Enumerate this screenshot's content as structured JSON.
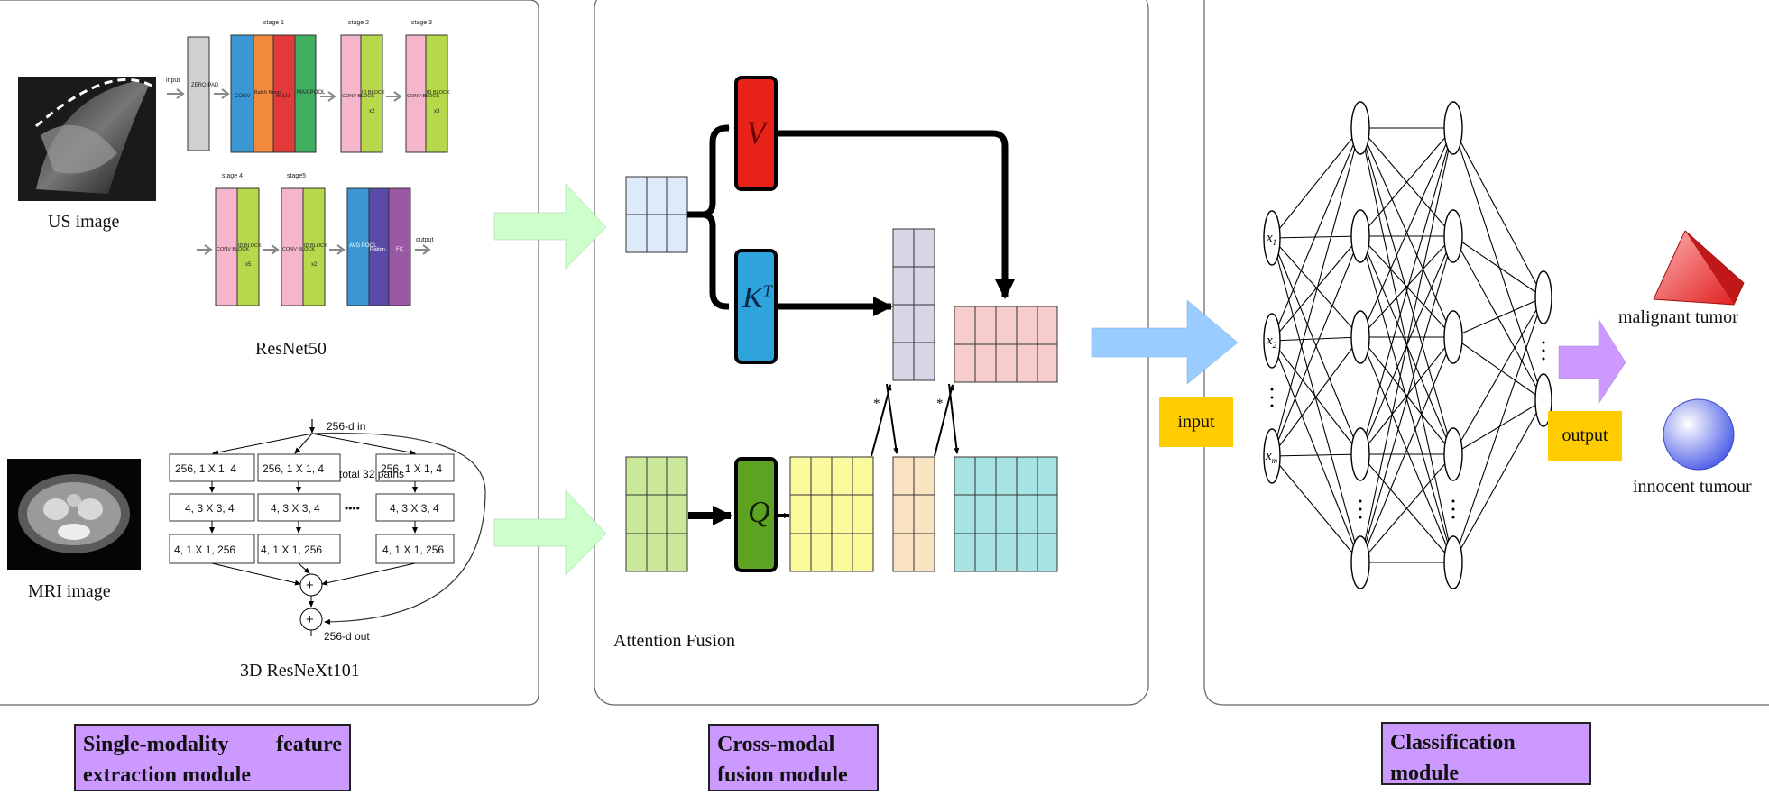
{
  "extraction": {
    "us_label": "US image",
    "mri_label": "MRI image",
    "resnet_label": "ResNet50",
    "resnext_label": "3D ResNeXt101",
    "resnet": {
      "input": "input",
      "output": "output",
      "stages": [
        "stage 1",
        "stage 2",
        "stage 3",
        "stage 4",
        "stage5"
      ],
      "zero_pad": "ZERO PAD",
      "conv": "CONV",
      "batch_norm": "Batch Norm",
      "relu": "ReLU",
      "max_pool": "MAX POOL",
      "conv_block": "CONV BLOCK",
      "id_block": "ID BLOCK",
      "x2": "x2",
      "x3": "x3",
      "x5": "x5",
      "avg_pool": "AVG POOL",
      "flatten": "Flatten",
      "fc": "FC"
    },
    "resnext": {
      "in_label": "256-d in",
      "out_label": "256-d out",
      "row1": "256, 1 X 1, 4",
      "row2": "4, 3 X 3, 4",
      "row3": "4, 1 X 1, 256",
      "total_paths": "total 32 paths",
      "dots": "••••",
      "plus": "+"
    }
  },
  "fusion": {
    "caption": "Attention Fusion",
    "v_label": "V",
    "k_label": "K",
    "k_sup": "T",
    "q_label": "Q",
    "star": "*"
  },
  "classification": {
    "input_label": "input",
    "output_label": "output",
    "malignant_label": "malignant tumor",
    "innocent_label": "innocent tumour",
    "x_nodes": [
      "x",
      "x",
      "x"
    ],
    "x_subs": [
      "1",
      "2",
      "m"
    ]
  },
  "modules": {
    "extraction": "Single-modality feature extraction module",
    "fusion": "Cross-modal fusion module",
    "classification": "Classification module"
  },
  "colors": {
    "v_red": "#e8231a",
    "k_blue": "#2ea3dc",
    "q_green": "#5ea321",
    "module_purple": "#cc99ff",
    "io_yellow": "#ffcc00",
    "green_arrow": "#ccffcc",
    "blue_arrow": "#99ccff",
    "purple_arrow": "#cc99ff"
  }
}
